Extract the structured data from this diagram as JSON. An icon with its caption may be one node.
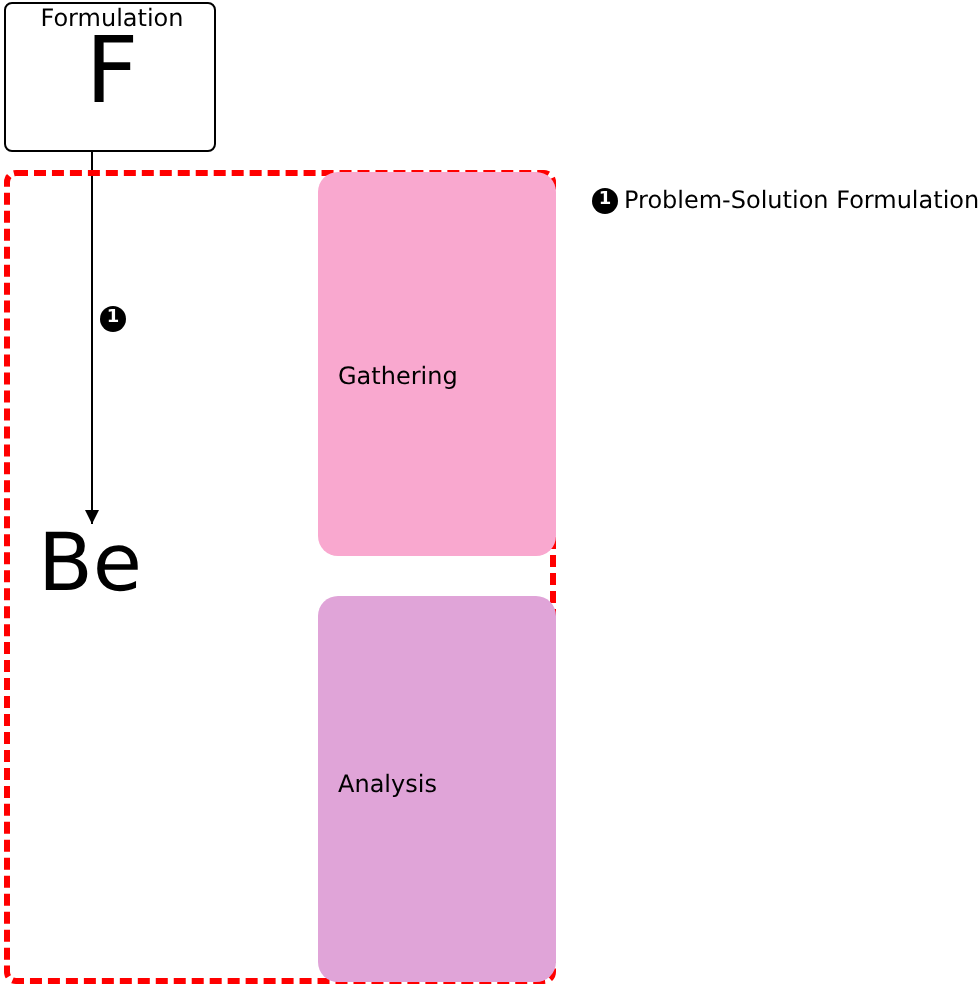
{
  "diagram": {
    "nodes": [
      {
        "text": [
          "Formulation",
          "F"
        ]
      },
      {
        "text": [],
        "shape": "box"
      },
      {
        "text": [
          "Be"
        ],
        "in": 1
      },
      {
        "text": [
          "Gathering"
        ],
        "in": 1
      },
      {
        "text": [
          "Analysis"
        ],
        "in": 1
      }
    ],
    "edges": [
      {
        "from": 0,
        "to": 2,
        "arrow": "to",
        "label": "1"
      }
    ],
    "labels": [
      "1",
      "Problem-Solution Formulation"
    ]
  }
}
